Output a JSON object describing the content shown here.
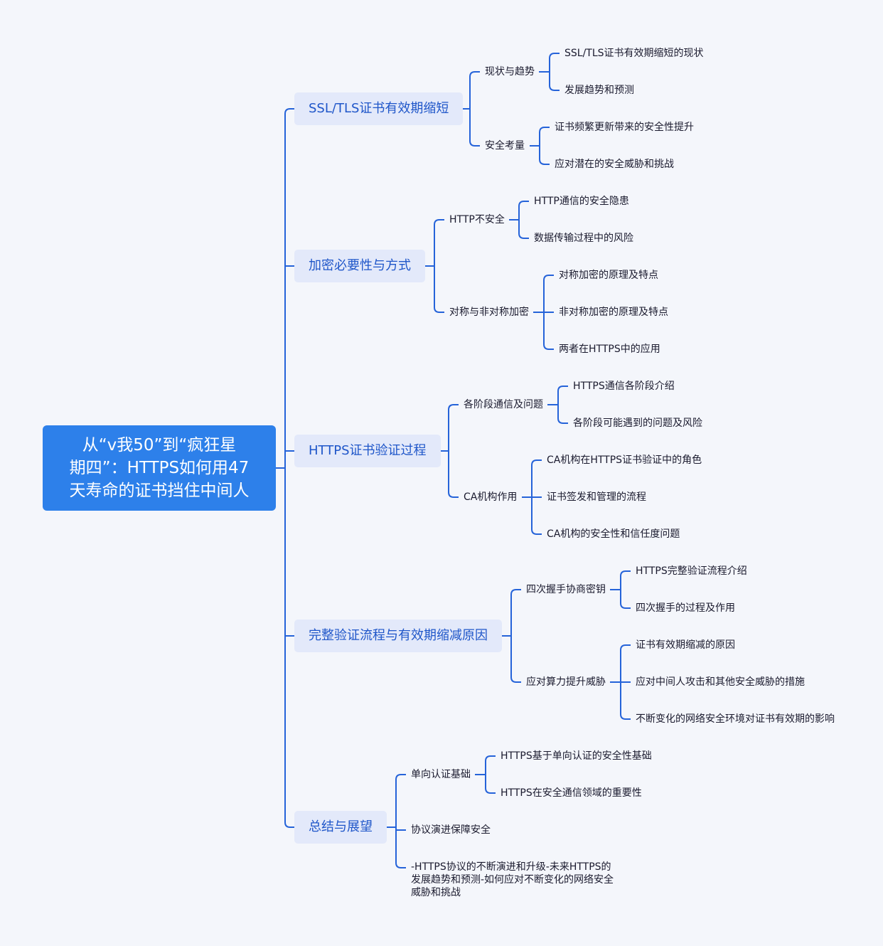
{
  "root": {
    "line1": "从“v我50”到“疯狂星",
    "line2": "期四”：HTTPS如何用47",
    "line3": "天寿命的证书挡住中间人"
  },
  "branches": [
    {
      "label": "SSL/TLS证书有效期缩短",
      "subs": [
        {
          "label": "现状与趋势",
          "leaves": [
            "SSL/TLS证书有效期缩短的现状",
            "发展趋势和预测"
          ]
        },
        {
          "label": "安全考量",
          "leaves": [
            "证书频繁更新带来的安全性提升",
            "应对潜在的安全威胁和挑战"
          ]
        }
      ]
    },
    {
      "label": "加密必要性与方式",
      "subs": [
        {
          "label": "HTTP不安全",
          "leaves": [
            "HTTP通信的安全隐患",
            "数据传输过程中的风险"
          ]
        },
        {
          "label": "对称与非对称加密",
          "leaves": [
            "对称加密的原理及特点",
            "非对称加密的原理及特点",
            "两者在HTTPS中的应用"
          ]
        }
      ]
    },
    {
      "label": "HTTPS证书验证过程",
      "subs": [
        {
          "label": "各阶段通信及问题",
          "leaves": [
            "HTTPS通信各阶段介绍",
            "各阶段可能遇到的问题及风险"
          ]
        },
        {
          "label": "CA机构作用",
          "leaves": [
            "CA机构在HTTPS证书验证中的角色",
            "证书签发和管理的流程",
            "CA机构的安全性和信任度问题"
          ]
        }
      ]
    },
    {
      "label": "完整验证流程与有效期缩减原因",
      "subs": [
        {
          "label": "四次握手协商密钥",
          "leaves": [
            "HTTPS完整验证流程介绍",
            "四次握手的过程及作用"
          ]
        },
        {
          "label": "应对算力提升威胁",
          "leaves": [
            "证书有效期缩减的原因",
            "应对中间人攻击和其他安全威胁的措施",
            "不断变化的网络安全环境对证书有效期的影响"
          ]
        }
      ]
    },
    {
      "label": "总结与展望",
      "subs": [
        {
          "label": "单向认证基础",
          "leaves": [
            "HTTPS基于单向认证的安全性基础",
            "HTTPS在安全通信领域的重要性"
          ]
        },
        {
          "label": "协议演进保障安全",
          "leaves": []
        },
        {
          "label": "-HTTPS协议的不断演进和升级-未来HTTPS的发展趋势和预测-如何应对不断变化的网络安全威胁和挑战",
          "leaves": []
        }
      ]
    }
  ],
  "colors": {
    "line": "#2563d9",
    "root_bg": "#2d80ea",
    "main_bg": "#e3e9fa",
    "main_text": "#1f56c9"
  }
}
